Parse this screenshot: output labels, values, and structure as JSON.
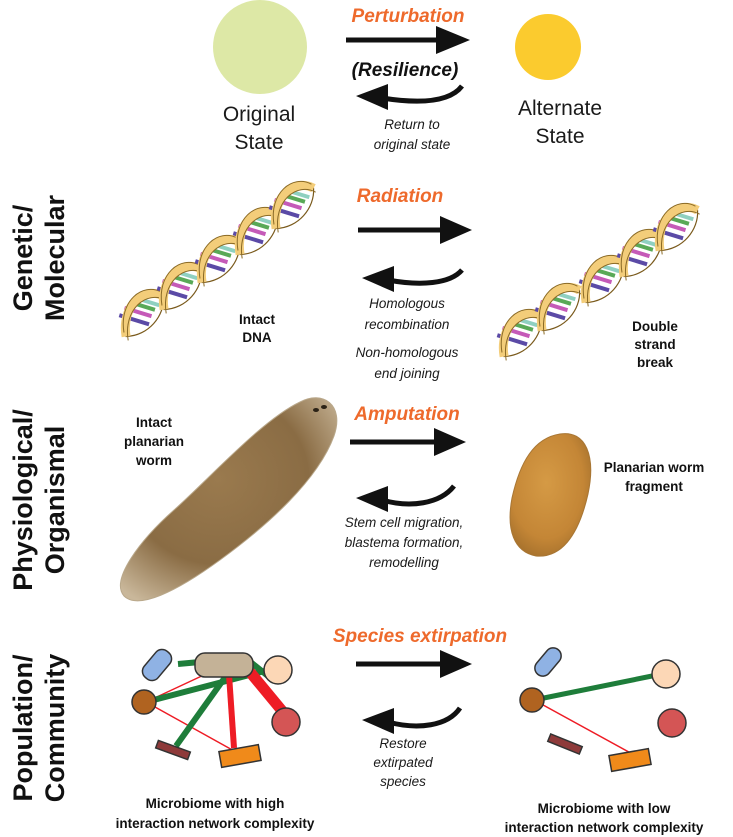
{
  "row1": {
    "perturbation": "Perturbation",
    "resilience": "(Resilience)",
    "return_line1": "Return to",
    "return_line2": "original state",
    "original_line1": "Original",
    "original_line2": "State",
    "alternate_line1": "Alternate",
    "alternate_line2": "State",
    "colors": {
      "original": "#dde8a6",
      "alternate": "#fbcb2e"
    }
  },
  "row2": {
    "side_line1": "Genetic/",
    "side_line2": "Molecular",
    "forward": "Radiation",
    "back_line1": "Homologous",
    "back_line2": "recombination",
    "back_line3": "Non-homologous",
    "back_line4": "end joining",
    "left_line1": "Intact",
    "left_line2": "DNA",
    "right_line1": "Double",
    "right_line2": "strand",
    "right_line3": "break"
  },
  "row3": {
    "side_line1": "Physiological/",
    "side_line2": "Organismal",
    "forward": "Amputation",
    "back_line1": "Stem cell migration,",
    "back_line2": "blastema formation,",
    "back_line3": "remodelling",
    "left_line1": "Intact",
    "left_line2": "planarian",
    "left_line3": "worm",
    "right_line1": "Planarian worm",
    "right_line2": "fragment"
  },
  "row4": {
    "side_line1": "Population/",
    "side_line2": "Community",
    "forward": "Species extirpation",
    "back_line1": "Restore",
    "back_line2": "extirpated",
    "back_line3": "species",
    "left_line1": "Microbiome with high",
    "left_line2": "interaction network complexity",
    "right_line1": "Microbiome with low",
    "right_line2": "interaction network complexity"
  },
  "colors": {
    "accent": "#ee6a2c",
    "ribbon": "#f3cd7a",
    "positive": "#1e7d3a",
    "negative": "#ee1c25"
  }
}
